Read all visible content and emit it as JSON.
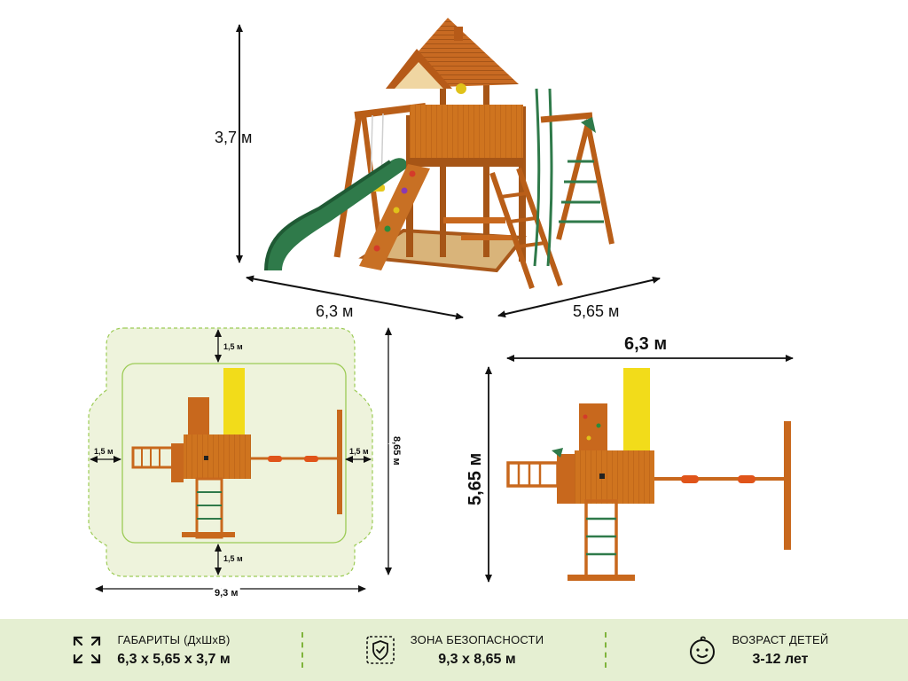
{
  "dimensions_3d": {
    "height": "3,7 м",
    "length": "6,3 м",
    "width": "5,65 м"
  },
  "safety_plan": {
    "margin_top": "1,5 м",
    "margin_left": "1,5 м",
    "margin_right": "1,5 м",
    "margin_bottom": "1,5 м",
    "total_width": "9,3 м",
    "total_depth": "8,65 м"
  },
  "top_plan": {
    "width": "6,3 м",
    "depth": "5,65 м"
  },
  "info_bar": {
    "dimensions": {
      "icon": "expand-arrows-icon",
      "label": "ГАБАРИТЫ (ДхШхВ)",
      "value": "6,3 x 5,65 x 3,7 м"
    },
    "safety_zone": {
      "icon": "shield-zone-icon",
      "label": "ЗОНА БЕЗОПАСНОСТИ",
      "value": "9,3 x 8,65 м"
    },
    "age": {
      "icon": "baby-face-icon",
      "label": "ВОЗРАСТ ДЕТЕЙ",
      "value": "3-12 лет"
    }
  },
  "colors": {
    "wood": "#c8681d",
    "wood_dark": "#8f4510",
    "slide_green": "#2f7a4a",
    "slide_yellow": "#f2dc1a",
    "safety_zone_fill": "#eef3dc",
    "safety_zone_line": "#9ccb55",
    "info_bar_bg": "#e5efd2"
  }
}
